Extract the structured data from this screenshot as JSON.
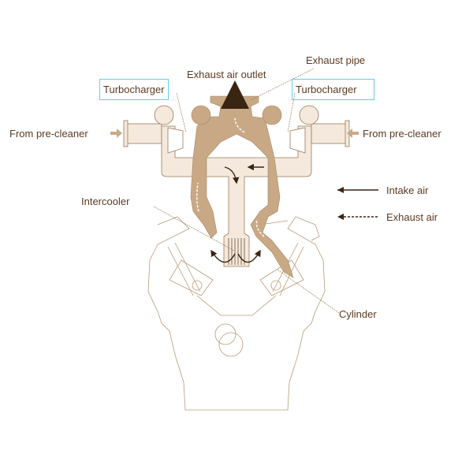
{
  "labels": {
    "exhaust_pipe": "Exhaust pipe",
    "exhaust_air_outlet": "Exhaust air outlet",
    "turbocharger_left": "Turbocharger",
    "turbocharger_right": "Turbocharger",
    "from_pre_cleaner_left": "From pre-cleaner",
    "from_pre_cleaner_right": "From pre-cleaner",
    "intercooler": "Intercooler",
    "cylinder": "Cylinder"
  },
  "legend": [
    {
      "label": "Intake air",
      "style": "solid"
    },
    {
      "label": "Exhaust air",
      "style": "dashed"
    }
  ],
  "colors": {
    "exhaust": "#c9a985",
    "intake": "#f4e9dc",
    "outline": "#8a6a4a",
    "text": "#5b3a22",
    "callout_box": "#5fd0e0"
  }
}
